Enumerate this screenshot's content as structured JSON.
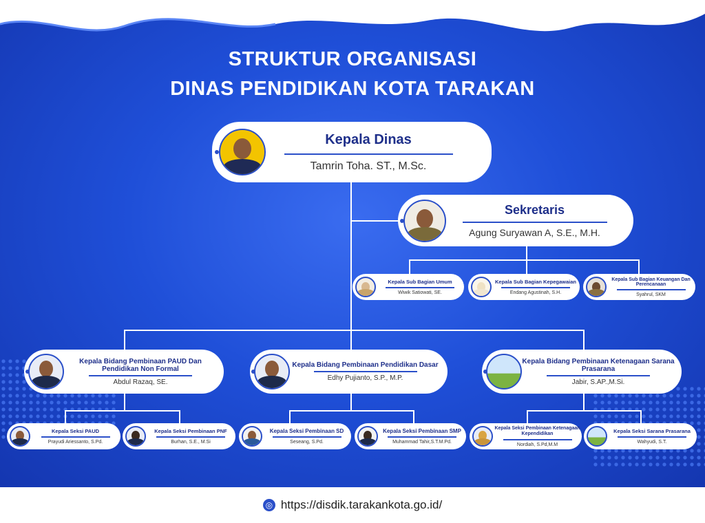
{
  "title": {
    "line1": "STRUKTUR ORGANISASI",
    "line2": "DINAS PENDIDIKAN KOTA TARAKAN"
  },
  "kepala": {
    "role": "Kepala Dinas",
    "name": "Tamrin Toha. ST., M.Sc."
  },
  "sekretaris": {
    "role": "Sekretaris",
    "name": "Agung Suryawan A, S.E., M.H."
  },
  "sub_bagian": [
    {
      "role": "Kepala Sub Bagian Umum",
      "name": "Wiwik Satiowati, SE."
    },
    {
      "role": "Kepala Sub Bagian Kepegawaian",
      "name": "Endang Agustinah, S.H."
    },
    {
      "role": "Kepala Sub Bagian Keuangan Dan Perencanaan",
      "name": "Syahrul, SKM"
    }
  ],
  "bidang": [
    {
      "role": "Kepala Bidang Pembinaan PAUD Dan Pendidikan Non Formal",
      "name": "Abdul Razaq, SE."
    },
    {
      "role": "Kepala Bidang Pembinaan Pendidikan Dasar",
      "name": "Edhy Pujianto, S.P., M.P."
    },
    {
      "role": "Kepala Bidang Pembinaan Ketenagaan Sarana Prasarana",
      "name": "Jabir, S.AP.,M.Si."
    }
  ],
  "seksi": [
    {
      "role": "Kepala Seksi PAUD",
      "name": "Prayudi Ariessanto, S.Pd."
    },
    {
      "role": "Kepala Seksi Pembinaan PNF",
      "name": "Burhan, S.E., M.Si"
    },
    {
      "role": "Kepala Seksi Pembinaan SD",
      "name": "Seseang, S.Pd."
    },
    {
      "role": "Kepala Seksi Pembinaan SMP",
      "name": "Muhammad Tahir,S.T.M.Pd."
    },
    {
      "role": "Kepala Seksi Pembinaan Ketenagaan Kependidikan",
      "name": "Nordiah, S.Pd,M.M"
    },
    {
      "role": "Kepala Seksi Sarana Prasarana",
      "name": "Wahyudi, S.T."
    }
  ],
  "footer": {
    "icon": "globe-icon",
    "url": "https://disdik.tarakankota.go.id/"
  }
}
